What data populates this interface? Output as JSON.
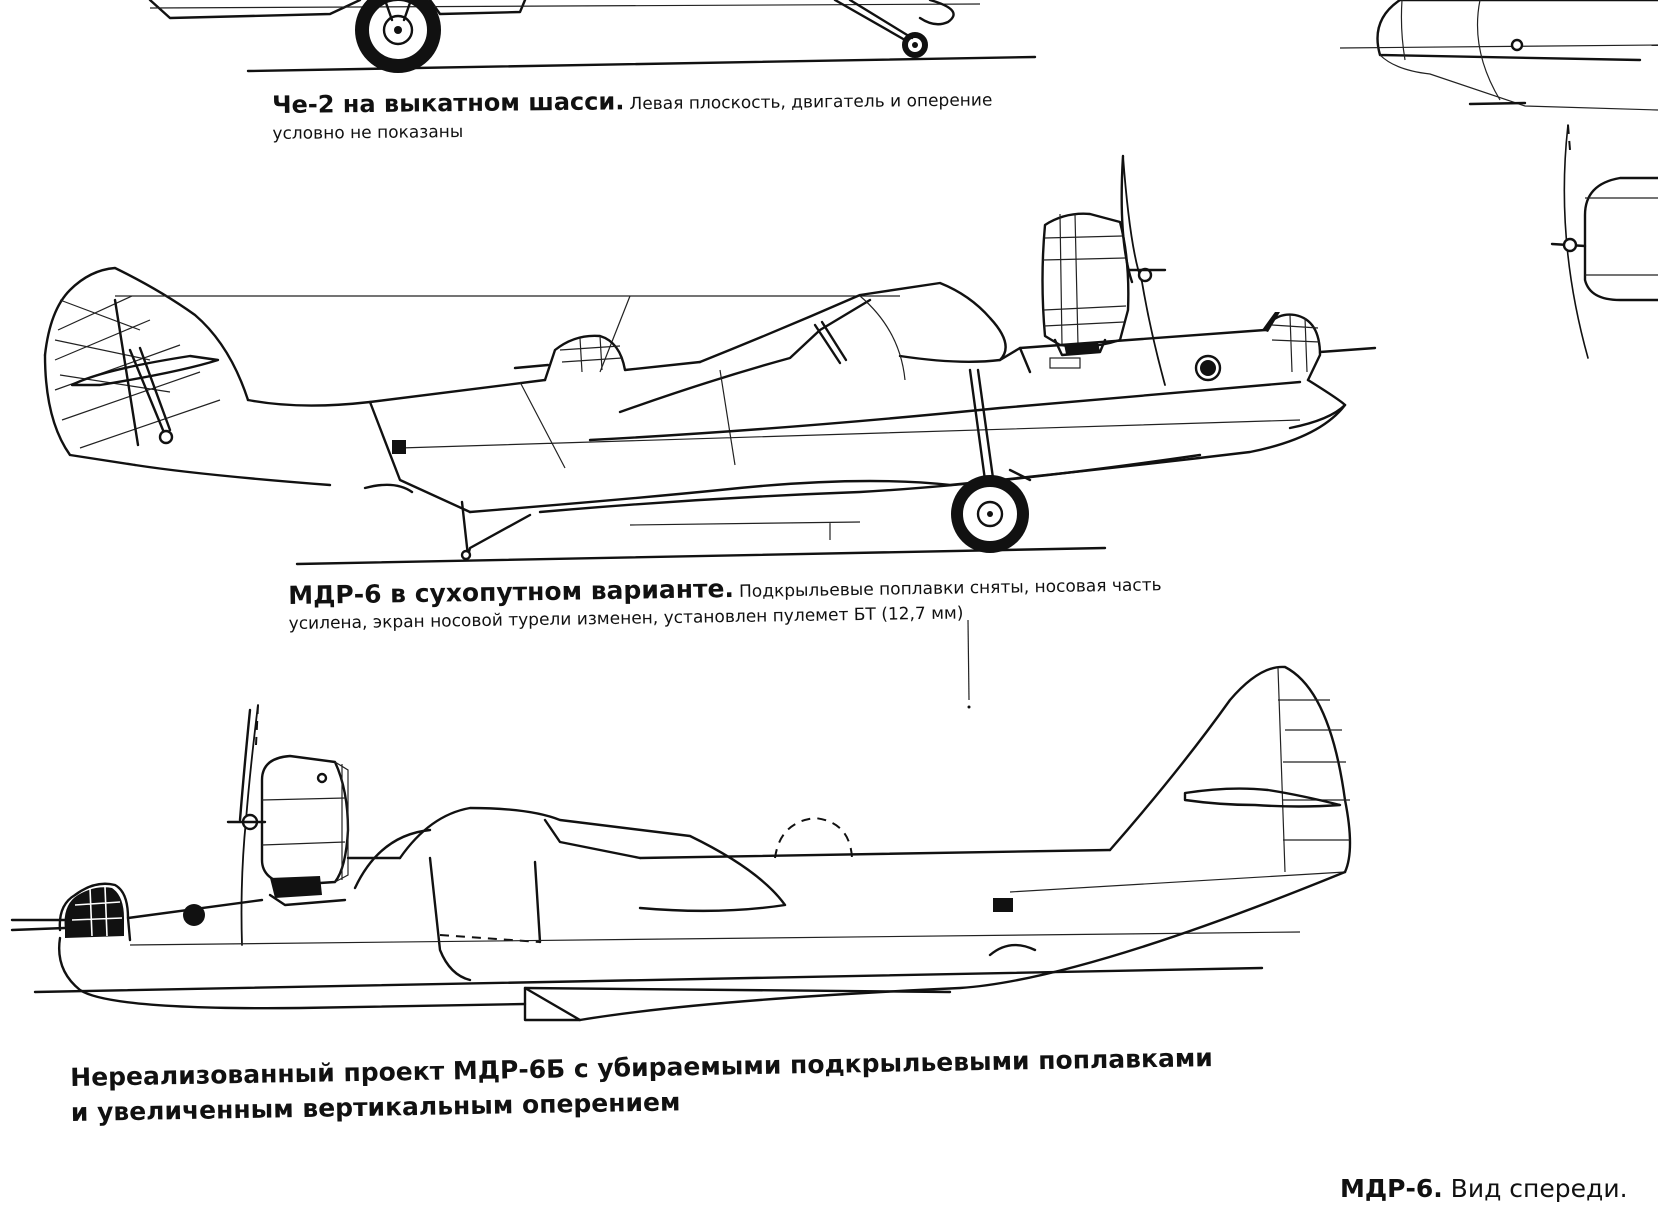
{
  "captions": {
    "che2": {
      "bold": "Че-2 на выкатном шасси.",
      "rest": "Левая плоскость, двигатель и оперение",
      "line2": "условно не показаны"
    },
    "mdr6_land": {
      "bold": "МДР-6 в сухопутном варианте.",
      "rest": "Подкрыльевые поплавки сняты, носовая часть",
      "line2": "усилена, экран носовой турели изменен, установлен пулемет БТ (12,7 мм)"
    },
    "mdr6b": {
      "line1": "Нереализованный проект МДР-6Б с убираемыми подкрыльевыми поплавками",
      "line2": "и увеличенным вертикальным оперением"
    },
    "front_view": {
      "bold": "МДР-6.",
      "rest": " Вид спереди."
    }
  }
}
